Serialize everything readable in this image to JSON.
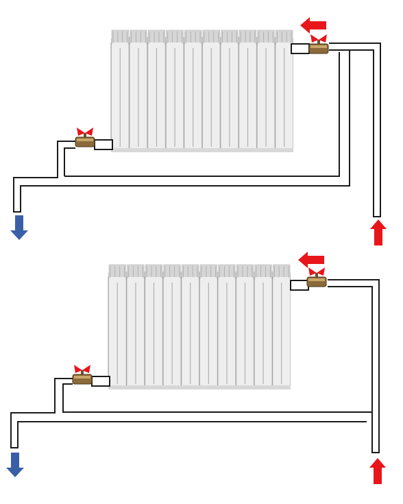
{
  "figure": {
    "background": "#ffffff",
    "colors": {
      "supply_arrow": "#e8161b",
      "return_arrow": "#3a5fa8",
      "pipe_stroke": "#1a1a1a",
      "pipe_fill": "#ffffff",
      "radiator_fill": "#eeeeee",
      "radiator_shadow": "#c8c8c8",
      "valve_body": "#8a6a3a",
      "valve_handle": "#e8161b"
    },
    "diagrams": [
      {
        "label": "",
        "radiator_sections": 10,
        "flow": {
          "supply_enters": "top-right",
          "return_exits": "bottom-left",
          "supply_arrow_direction": "up",
          "return_arrow_direction": "down",
          "top_flow_arrow_direction": "left"
        }
      },
      {
        "label": "",
        "radiator_sections": 10,
        "flow": {
          "supply_enters": "top-right",
          "return_exits": "bottom-left",
          "supply_arrow_direction": "up",
          "return_arrow_direction": "down",
          "top_flow_arrow_direction": "left"
        }
      }
    ],
    "icons": {
      "supply": "red-arrow-up-icon",
      "return": "blue-arrow-down-icon",
      "flow": "red-arrow-left-icon",
      "valve": "ball-valve-icon"
    }
  }
}
